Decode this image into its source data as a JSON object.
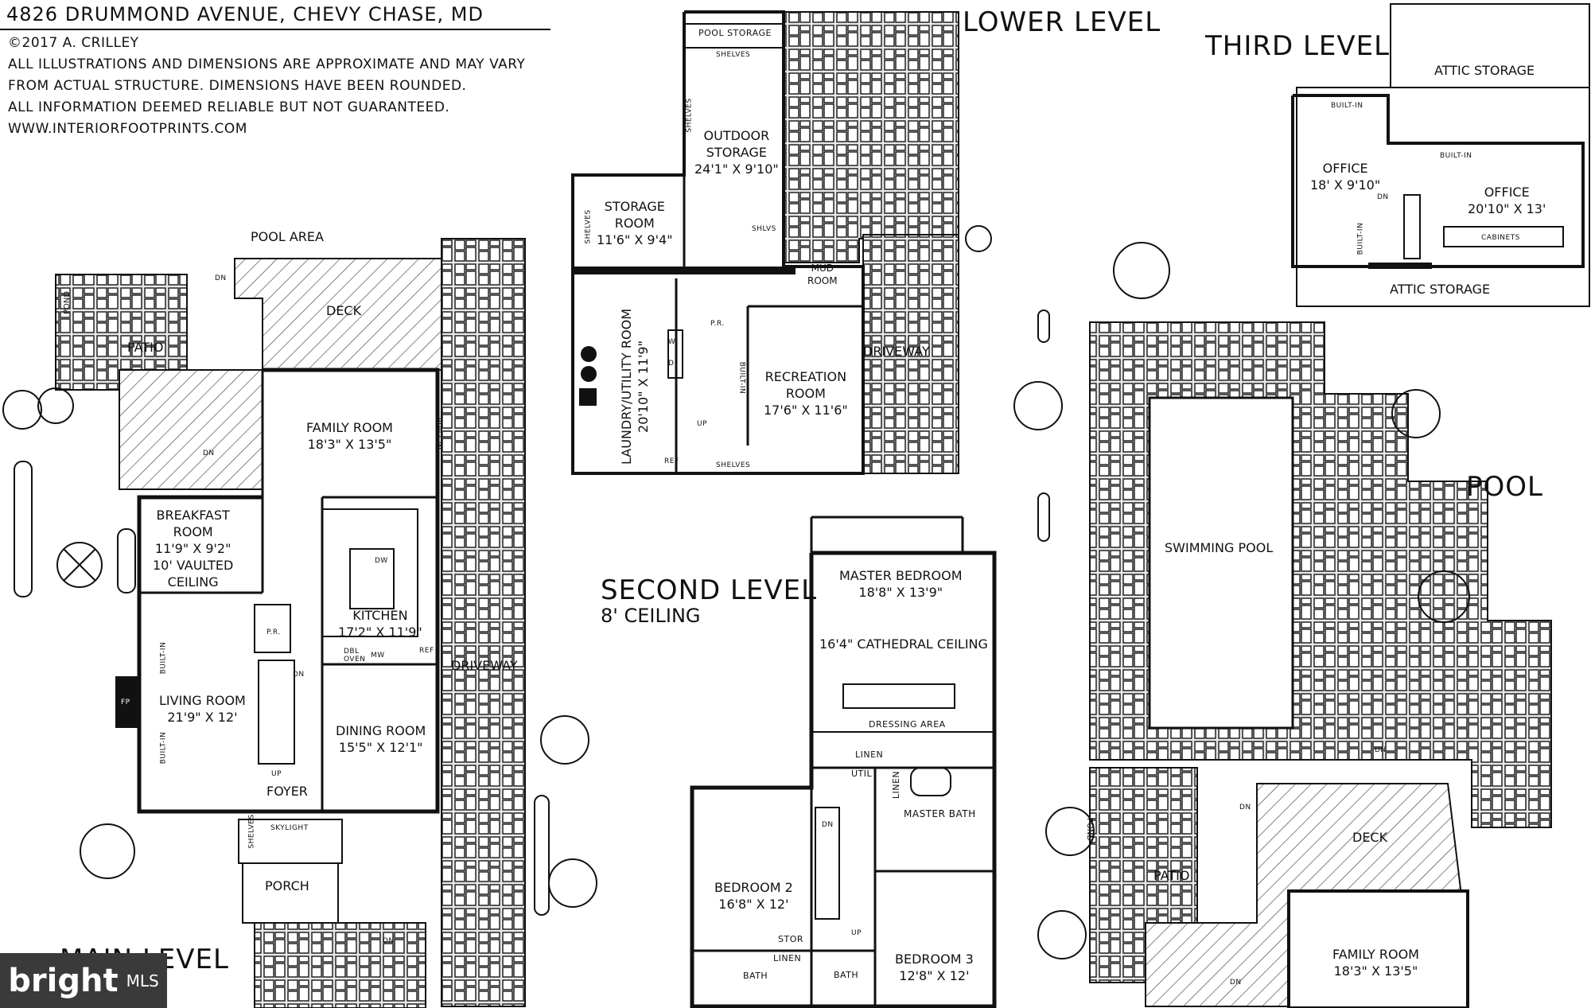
{
  "header": {
    "title": "4826 DRUMMOND AVENUE, CHEVY CHASE, MD",
    "copyright": "©2017 A. CRILLEY",
    "disclaimer_lines": [
      "ALL ILLUSTRATIONS AND DIMENSIONS ARE APPROXIMATE AND MAY VARY",
      "FROM ACTUAL STRUCTURE. DIMENSIONS HAVE BEEN ROUNDED.",
      "ALL INFORMATION DEEMED RELIABLE BUT NOT GUARANTEED."
    ],
    "website": "WWW.INTERIORFOOTPRINTS.COM"
  },
  "levels": {
    "lower": "LOWER LEVEL",
    "third": "THIRD LEVEL",
    "second": "SECOND LEVEL",
    "second_ceiling": "8' CEILING",
    "main": "MAIN LEVEL",
    "pool": "POOL"
  },
  "main_level": {
    "pool_area": "POOL AREA",
    "deck": "DECK",
    "patio": "PATIO",
    "pond": "POND",
    "family_room": "FAMILY ROOM\n18'3\" X 13'5\"",
    "breakfast_room": "BREAKFAST\nROOM\n11'9\" X 9'2\"\n10' VAULTED\nCEILING",
    "kitchen": "KITCHEN\n17'2\" X 11'9\"",
    "living_room": "LIVING ROOM\n21'9\" X 12'",
    "dining_room": "DINING ROOM\n15'5\" X 12'1\"",
    "foyer": "FOYER",
    "porch": "PORCH",
    "driveway": "DRIVEWAY",
    "pr": "P.R.",
    "fp": "FP",
    "built_in": "BUILT-IN",
    "dn": "DN",
    "up": "UP",
    "ref": "REF",
    "dbl_oven": "DBL\nOVEN",
    "mw": "MW",
    "dw": "DW",
    "skylight": "SKYLIGHT",
    "shelves": "SHELVES"
  },
  "lower_level": {
    "pool_storage": "POOL STORAGE",
    "shelves": "SHELVES",
    "outdoor_storage": "OUTDOOR\nSTORAGE\n24'1\" X 9'10\"",
    "storage_room": "STORAGE\nROOM\n11'6\" X 9'4\"",
    "mud_room": "MUD\nROOM",
    "laundry_room": "LAUNDRY/UTILITY ROOM\n20'10\" X 11'9\"",
    "recreation_room": "RECREATION\nROOM\n17'6\" X 11'6\"",
    "driveway": "DRIVEWAY",
    "pr": "P.R.",
    "shlvs": "SHLVS",
    "w": "W",
    "d": "D",
    "ref": "REF",
    "up": "UP",
    "built_in": "BUILT-IN"
  },
  "third_level": {
    "attic_storage_top": "ATTIC STORAGE",
    "attic_storage_bottom": "ATTIC STORAGE",
    "office_left": "OFFICE\n18' X 9'10\"",
    "office_right": "OFFICE\n20'10\" X 13'",
    "built_in": "BUILT-IN",
    "cabinets": "CABINETS",
    "dn": "DN"
  },
  "second_level": {
    "master_bedroom": "MASTER BEDROOM\n18'8\" X 13'9\"",
    "cathedral": "16'4\" CATHEDRAL CEILING",
    "dressing_area": "DRESSING AREA",
    "linen": "LINEN",
    "util": "UTIL",
    "master_bath": "MASTER BATH",
    "bedroom2": "BEDROOM 2\n16'8\" X 12'",
    "bedroom3": "BEDROOM 3\n12'8\" X 12'",
    "stor": "STOR",
    "bath": "BATH",
    "dn": "DN",
    "up": "UP"
  },
  "pool_area": {
    "swimming_pool": "SWIMMING POOL",
    "deck": "DECK",
    "patio": "PATIO",
    "pond": "POND",
    "family_room": "FAMILY ROOM\n18'3\" X 13'5\"",
    "dn": "DN"
  },
  "badge": {
    "brand": "bright",
    "mls": "MLS"
  }
}
